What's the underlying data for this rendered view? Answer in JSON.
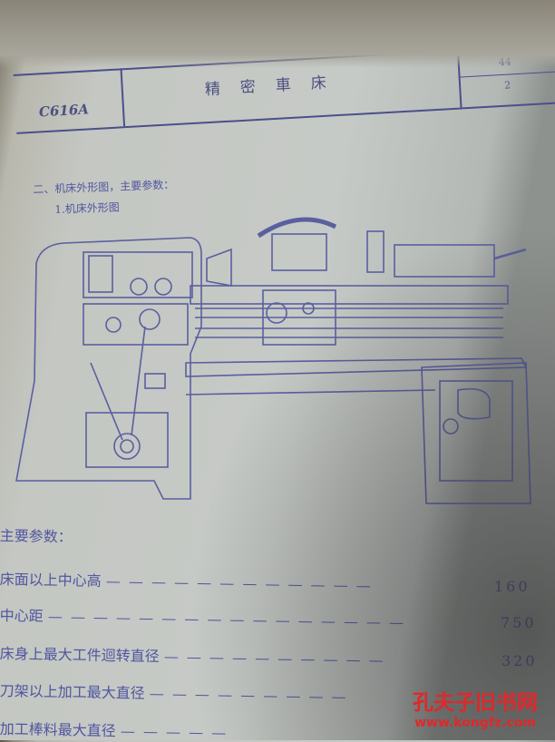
{
  "header": {
    "model": "C616A",
    "title": "精密車床",
    "page_top": "44",
    "page_bottom": "2"
  },
  "section": {
    "heading": "二、机床外形图，主要参数：",
    "subheading": "1.机床外形图"
  },
  "params": {
    "heading": "主要参数：",
    "items": [
      {
        "label": "床面以上中心高",
        "value": "160"
      },
      {
        "label": "中心距",
        "value": "750"
      },
      {
        "label": "床身上最大工件迴转直径",
        "value": "320"
      },
      {
        "label": "刀架以上加工最大直径",
        "value": ""
      },
      {
        "label": "加工棒料最大直径",
        "value": ""
      }
    ]
  },
  "watermark": {
    "name": "孔夫子旧书网",
    "url": "www.kongfz.com",
    "color": "#e0282a"
  },
  "colors": {
    "ink": "#4b4f8a",
    "paper": "#c6cac6"
  }
}
